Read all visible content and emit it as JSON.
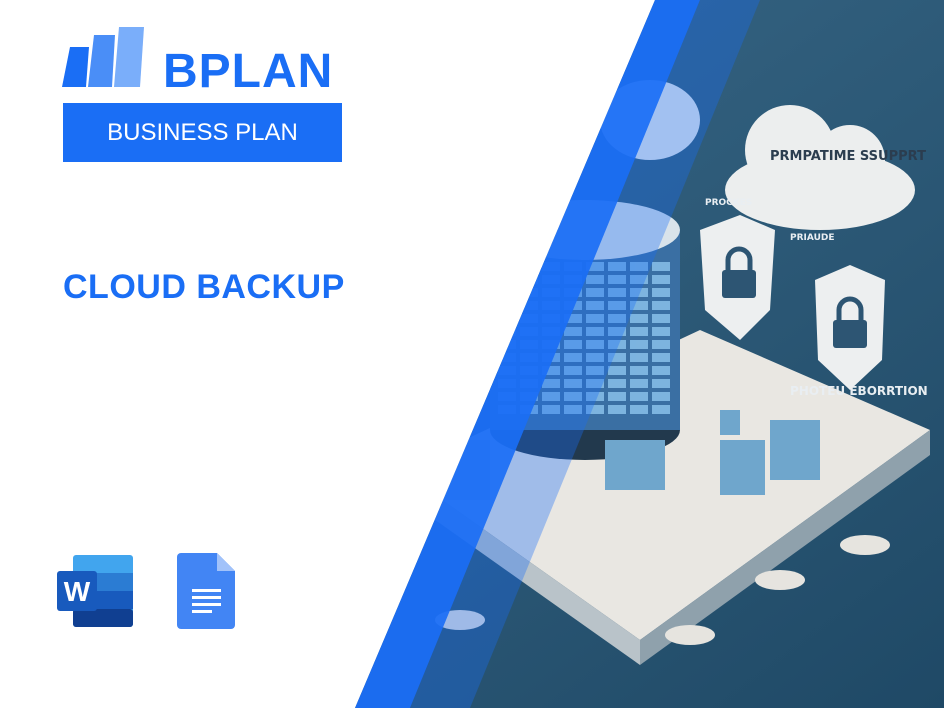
{
  "brand": {
    "name": "BPLAN",
    "tagline": "BUSINESS PLAN",
    "color": "#1a6ef5"
  },
  "title": "CLOUD BACKUP",
  "illustration": {
    "cloud_label": "PRMPATIME SSUPPRT",
    "side_label": "PHOTEU EBORRTION",
    "small_labels": [
      "PROCKES",
      "PRIAUDE"
    ]
  },
  "icons": [
    "microsoft-word-icon",
    "google-docs-icon"
  ]
}
